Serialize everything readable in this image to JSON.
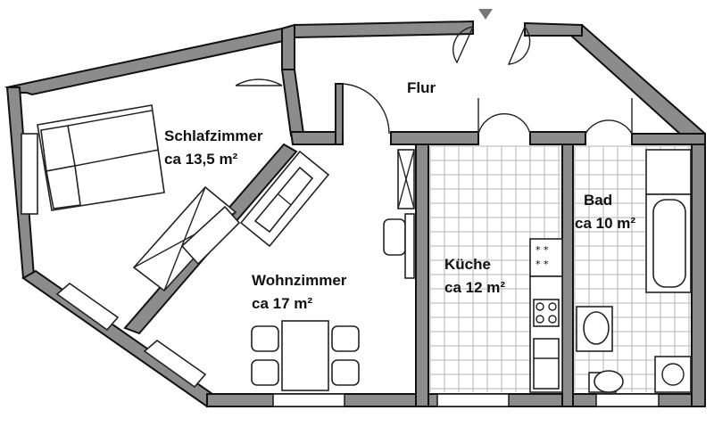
{
  "colors": {
    "wall": "#8c8c8c",
    "wall_outline": "#111111",
    "tile_grid": "#b5b5b5",
    "entrance_marker": "#777777",
    "background": "#ffffff"
  },
  "rooms": [
    {
      "key": "flur",
      "name": "Flur",
      "area": ""
    },
    {
      "key": "schlafzimmer",
      "name": "Schlafzimmer",
      "area": "ca 13,5 m²"
    },
    {
      "key": "wohnzimmer",
      "name": "Wohnzimmer",
      "area": "ca 17 m²"
    },
    {
      "key": "kueche",
      "name": "Küche",
      "area": "ca 12 m²"
    },
    {
      "key": "bad",
      "name": "Bad",
      "area": "ca 10 m²"
    }
  ],
  "icons": [
    "entrance-arrow-icon",
    "double-bed-icon",
    "sofa-icon",
    "dining-table-icon",
    "stove-icon",
    "bathtub-icon",
    "washbasin-icon",
    "toilet-icon",
    "washing-machine-icon"
  ]
}
